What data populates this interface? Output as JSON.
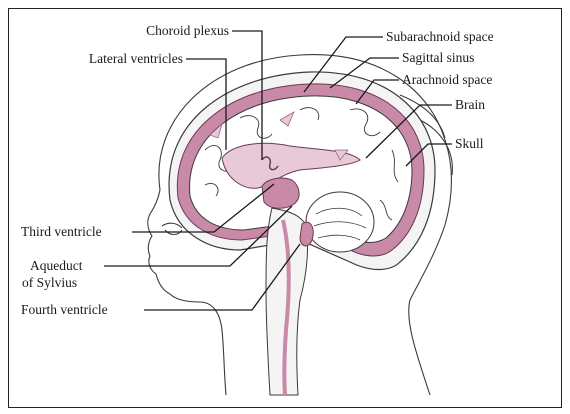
{
  "colors": {
    "csf": "#c98aa8",
    "csf_light": "#e8c9d8",
    "outline": "#3a3a3a",
    "leader": "#1a1a1a",
    "frame": "#222222"
  },
  "labels": {
    "choroid_plexus": "Choroid plexus",
    "lateral_ventricles": "Lateral ventricles",
    "subarachnoid_space": "Subarachnoid space",
    "sagittal_sinus": "Sagittal sinus",
    "arachnoid_space": "Arachnoid space",
    "brain": "Brain",
    "skull": "Skull",
    "third_ventricle": "Third ventricle",
    "aqueduct_line1": "Aqueduct",
    "aqueduct_line2": "of Sylvius",
    "fourth_ventricle": "Fourth ventricle"
  }
}
